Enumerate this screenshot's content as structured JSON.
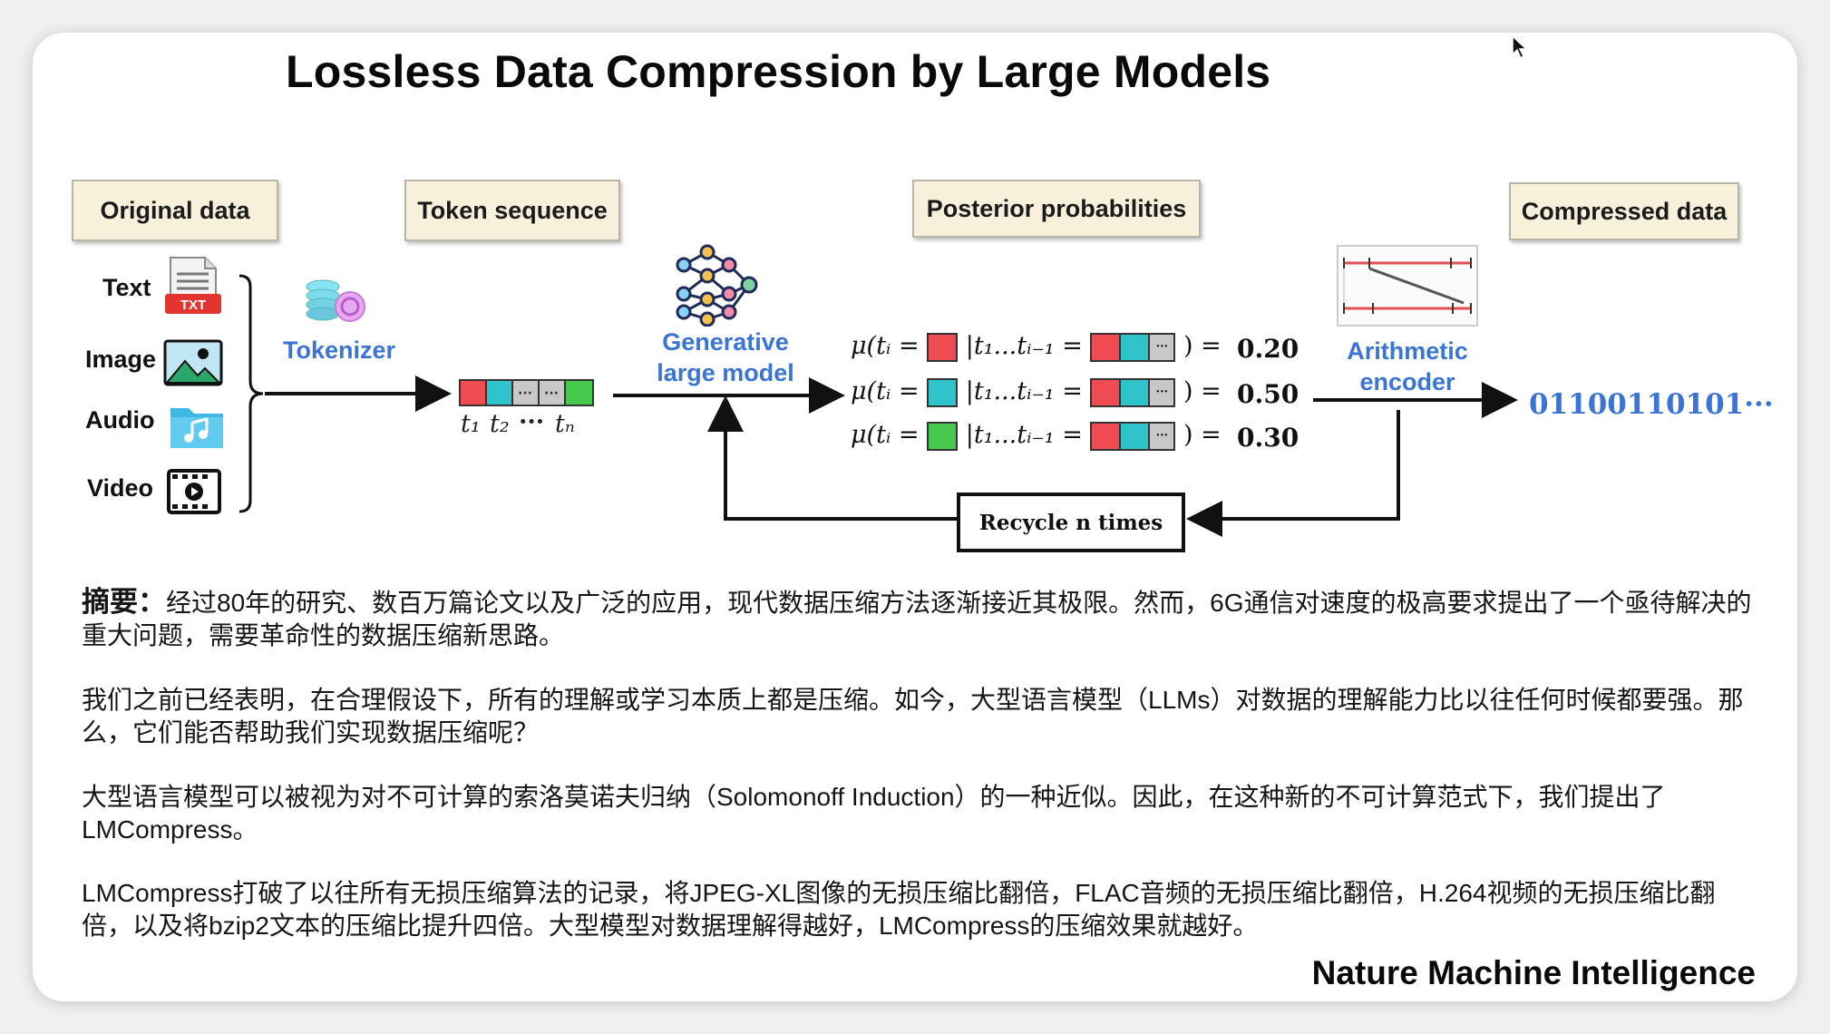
{
  "title": "Lossless Data Compression by Large Models",
  "stage_labels": {
    "original": "Original data",
    "tokens": "Token sequence",
    "posterior": "Posterior probabilities",
    "compressed": "Compressed data"
  },
  "data_types": [
    "Text",
    "Image",
    "Audio",
    "Video"
  ],
  "icons": {
    "txt_badge": "TXT",
    "text": "txt-file-icon",
    "image": "image-icon",
    "audio": "audio-file-icon",
    "video": "video-icon",
    "tokenizer": "coins-stack-icon",
    "model": "neural-network-icon",
    "arith": "arithmetic-encoder-icon"
  },
  "tokenizer_label": "Tokenizer",
  "token_labels": [
    "t₁",
    "t₂",
    "···",
    "tₙ"
  ],
  "model_label_1": "Generative",
  "model_label_2": "large model",
  "equations": [
    {
      "prefix": "μ(tᵢ = ",
      "cond": "|t₁...tᵢ₋₁ = ",
      "suffix": ") = ",
      "value": "0.20",
      "color": "#ef4b52"
    },
    {
      "prefix": "μ(tᵢ = ",
      "cond": "|t₁...tᵢ₋₁ = ",
      "suffix": ") = ",
      "value": "0.50",
      "color": "#2fc4cc"
    },
    {
      "prefix": "μ(tᵢ = ",
      "cond": "|t₁...tᵢ₋₁ = ",
      "suffix": ") = ",
      "value": "0.30",
      "color": "#46c94d"
    }
  ],
  "ellipsis": "···",
  "colors": {
    "red": "#ef4b52",
    "cyan": "#2fc4cc",
    "green": "#46c94d",
    "grey": "#c8c8c8",
    "accent_blue": "#3a74d6"
  },
  "arith_label_1": "Arithmetic",
  "arith_label_2": "encoder",
  "binary": "01100110101···",
  "recycle": "Recycle n times",
  "abstract_head": "摘要：",
  "paragraphs": [
    "经过80年的研究、数百万篇论文以及广泛的应用，现代数据压缩方法逐渐接近其极限。然而，6G通信对速度的极高要求提出了一个亟待解决的重大问题，需要革命性的数据压缩新思路。",
    "我们之前已经表明，在合理假设下，所有的理解或学习本质上都是压缩。如今，大型语言模型（LLMs）对数据的理解能力比以往任何时候都要强。那么，它们能否帮助我们实现数据压缩呢？",
    "大型语言模型可以被视为对不可计算的索洛莫诺夫归纳（Solomonoff Induction）的一种近似。因此，在这种新的不可计算范式下，我们提出了LMCompress。",
    "LMCompress打破了以往所有无损压缩算法的记录，将JPEG-XL图像的无损压缩比翻倍，FLAC音频的无损压缩比翻倍，H.264视频的无损压缩比翻倍，以及将bzip2文本的压缩比提升四倍。大型模型对数据理解得越好，LMCompress的压缩效果就越好。"
  ],
  "journal": "Nature Machine Intelligence"
}
